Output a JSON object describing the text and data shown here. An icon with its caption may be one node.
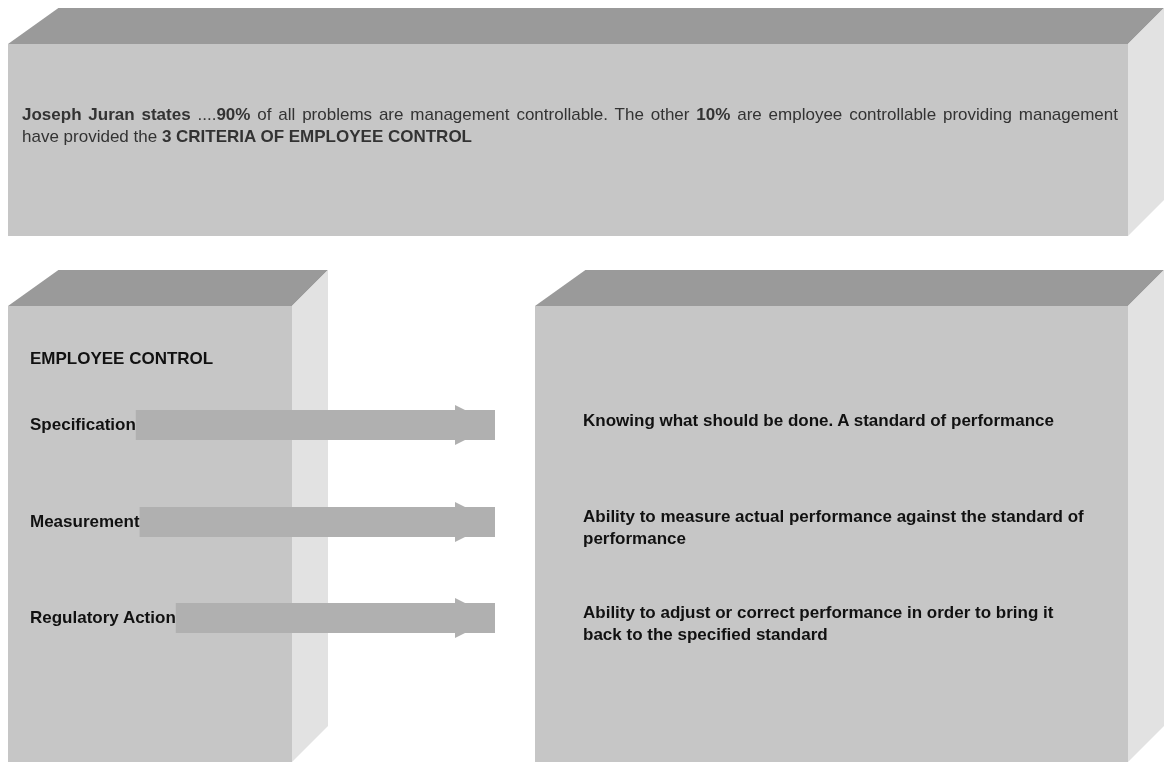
{
  "diagram": {
    "nodes": [
      {
        "text": [
          "**Joseph Juran states** ....**90%** of all problems are management controllable.  The other **10%** are employee controllable providing management have provided the **3 CRITERIA OF EMPLOYEE CONTROL**"
        ]
      },
      {
        "text": [
          "EMPLOYEE CONTROL"
        ]
      },
      {
        "text": [
          "Specification"
        ],
        "in": 1
      },
      {
        "text": [
          "Measurement"
        ],
        "in": 1
      },
      {
        "text": [
          "Regulatory Action"
        ],
        "in": 1
      },
      {
        "text": [],
        "shape": "box"
      },
      {
        "text": [
          "Knowing what should be done. A standard of performance"
        ],
        "in": 5
      },
      {
        "text": [
          "Ability to measure actual performance against the standard of performance"
        ],
        "in": 5
      },
      {
        "text": [
          "Ability to adjust or correct performance in order to bring it back to the specified standard"
        ],
        "in": 5
      }
    ],
    "edges": [
      {
        "from": 2,
        "to": 6,
        "arrow": "to"
      },
      {
        "from": 3,
        "to": 7,
        "arrow": "to"
      },
      {
        "from": 4,
        "to": 8,
        "arrow": "to"
      }
    ]
  }
}
